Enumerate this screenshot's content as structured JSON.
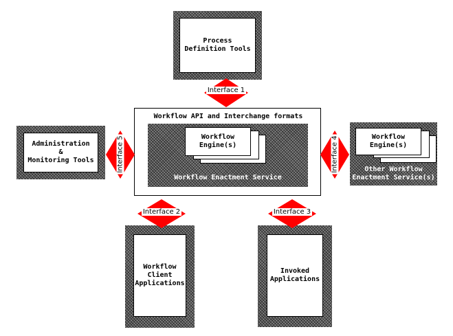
{
  "boxes": {
    "process": {
      "line1": "Process",
      "line2": "Definition Tools"
    },
    "admin": {
      "line1": "Administration",
      "line2": "&",
      "line3": "Monitoring Tools"
    },
    "client": {
      "line1": "Workflow",
      "line2": "Client",
      "line3": "Applications"
    },
    "invoked": {
      "line1": "Invoked",
      "line2": "Applications"
    },
    "center": {
      "title": "Workflow API and Interchange formats",
      "service": "Workflow Enactment Service"
    },
    "engine": {
      "line1": "Workflow",
      "line2": "Engine(s)"
    },
    "other": {
      "engine_line1": "Workflow",
      "engine_line2": "Engine(s)",
      "service_line1": "Other Workflow",
      "service_line2": "Enactment Service(s)"
    }
  },
  "interfaces": {
    "i1": "Interface 1",
    "i2": "Interface 2",
    "i3": "Interface 3",
    "i4": "Interface 4",
    "i5": "Interface 5"
  },
  "colors": {
    "interface": "#ff0000",
    "pattern": "#5a5a5a"
  }
}
